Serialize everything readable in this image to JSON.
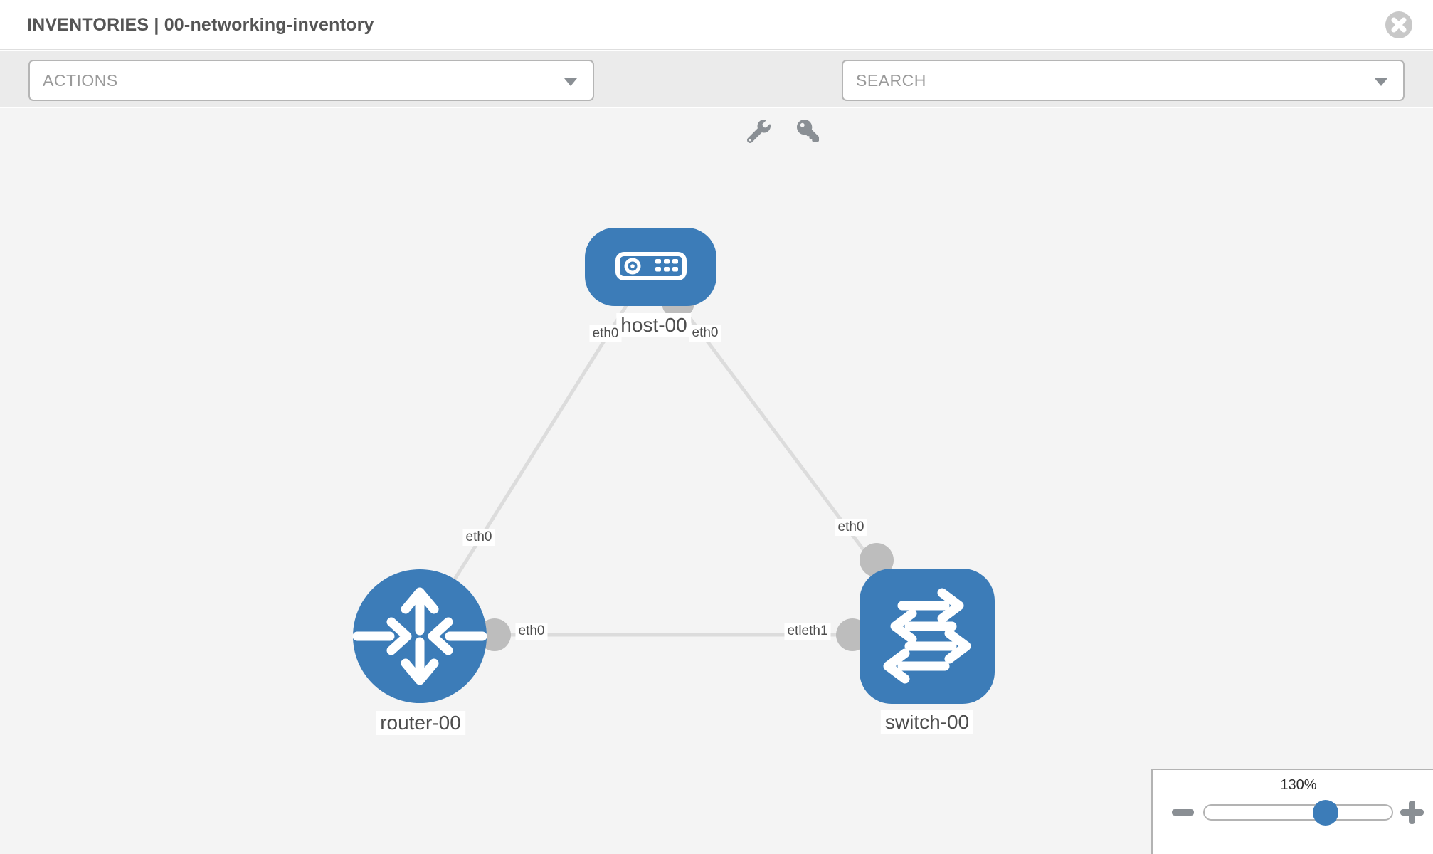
{
  "header": {
    "title": "INVENTORIES | 00-networking-inventory"
  },
  "toolbar": {
    "actions_label": "ACTIONS",
    "search_label": "SEARCH"
  },
  "topology": {
    "nodes": [
      {
        "label": "host-00",
        "type": "host"
      },
      {
        "label": "router-00",
        "type": "router"
      },
      {
        "label": "switch-00",
        "type": "switch"
      }
    ],
    "links": [
      {
        "from": "host-00",
        "to": "router-00"
      },
      {
        "from": "host-00",
        "to": "switch-00"
      },
      {
        "from": "router-00",
        "to": "switch-00"
      }
    ],
    "interface_labels": [
      {
        "text": "eth0",
        "near": "host-left"
      },
      {
        "text": "eth0",
        "near": "host-right"
      },
      {
        "text": "eth0",
        "near": "router-top"
      },
      {
        "text": "eth0",
        "near": "switch-top"
      },
      {
        "text": "eth0",
        "near": "router-right"
      },
      {
        "text": "etleth1",
        "near": "switch-left"
      }
    ]
  },
  "zoom_panel": {
    "level": "130%"
  },
  "icons": {
    "close": "x-circle",
    "wrench": "wrench",
    "key": "key",
    "caret": "chevron-down",
    "host": "server",
    "router": "router-arrows",
    "switch": "switch-arrows",
    "zoom_out": "minus",
    "zoom_in": "plus"
  },
  "colors": {
    "node_blue": "#3c7cb8",
    "link_gray": "#dcdcdc",
    "connector_gray": "#bdbdbd",
    "canvas_bg": "#f4f4f4",
    "toolbar_bg": "#ebebeb",
    "icon_gray": "#8a8f94"
  }
}
